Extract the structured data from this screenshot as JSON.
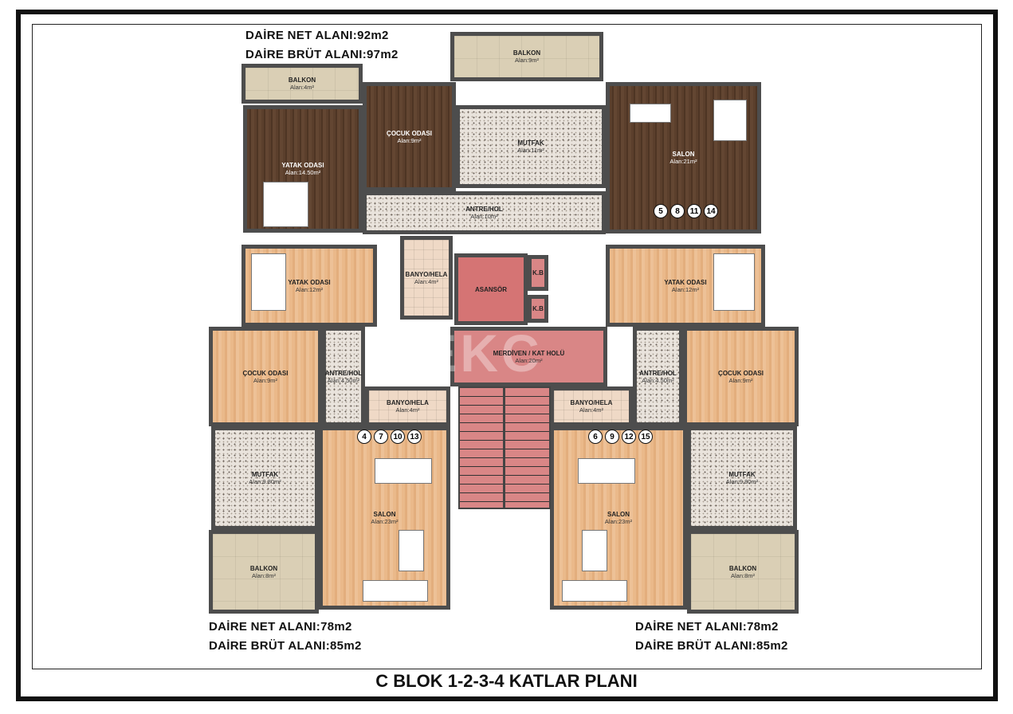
{
  "title": "C BLOK 1-2-3-4 KATLAR PLANI",
  "watermark_logo": "TEKC",
  "apartments": {
    "top": {
      "net": "DAİRE NET ALANI:92m2",
      "gross": "DAİRE BRÜT ALANI:97m2",
      "unit_numbers": [
        "5",
        "8",
        "11",
        "14"
      ]
    },
    "left": {
      "net": "DAİRE NET ALANI:78m2",
      "gross": "DAİRE BRÜT ALANI:85m2",
      "unit_numbers": [
        "4",
        "7",
        "10",
        "13"
      ]
    },
    "right": {
      "net": "DAİRE NET ALANI:78m2",
      "gross": "DAİRE BRÜT ALANI:85m2",
      "unit_numbers": [
        "6",
        "9",
        "12",
        "15"
      ]
    }
  },
  "colors": {
    "wall": "#4d4d4d",
    "core": "#d98686",
    "elevator": "#d57474",
    "bedroom_dark": "#5b3f2c",
    "bedroom_light": "#eab98a",
    "balcony": "#dacfb5",
    "terrazzo": "#e9e3dc"
  },
  "rooms": [
    {
      "name": "BALKON",
      "area": "Alan:4m²"
    },
    {
      "name": "YATAK ODASI",
      "area": "Alan:14.50m²"
    },
    {
      "name": "ÇOCUK ODASI",
      "area": "Alan:9m²"
    },
    {
      "name": "BALKON",
      "area": "Alan:9m²"
    },
    {
      "name": "MUTFAK",
      "area": "Alan:11m²"
    },
    {
      "name": "ANTRE/HOL",
      "area": "Alan:10m²"
    },
    {
      "name": "SALON",
      "area": "Alan:21m²"
    },
    {
      "name": "YATAK ODASI",
      "area": "Alan:12m²"
    },
    {
      "name": "BANYO/HELA",
      "area": "Alan:4m²"
    },
    {
      "name": "ASANSÖR",
      "area": ""
    },
    {
      "name": "K.B",
      "area": ""
    },
    {
      "name": "K.B",
      "area": ""
    },
    {
      "name": "MERDİVEN / KAT HOLÜ",
      "area": "Alan:20m²"
    },
    {
      "name": "YATAK ODASI",
      "area": "Alan:12m²"
    },
    {
      "name": "ANTRE/HOL",
      "area": "Alan:4.50m²"
    },
    {
      "name": "ÇOCUK ODASI",
      "area": "Alan:9m²"
    },
    {
      "name": "BANYO/HELA",
      "area": "Alan:4m²"
    },
    {
      "name": "MUTFAK",
      "area": "Alan:9.80m²"
    },
    {
      "name": "SALON",
      "area": "Alan:23m²"
    },
    {
      "name": "BALKON",
      "area": "Alan:8m²"
    },
    {
      "name": "ANTRE/HOL",
      "area": "Alan:4.50m²"
    },
    {
      "name": "ÇOCUK ODASI",
      "area": "Alan:9m²"
    },
    {
      "name": "BANYO/HELA",
      "area": "Alan:4m²"
    },
    {
      "name": "MUTFAK",
      "area": "Alan:9.80m²"
    },
    {
      "name": "SALON",
      "area": "Alan:23m²"
    },
    {
      "name": "BALKON",
      "area": "Alan:8m²"
    }
  ]
}
